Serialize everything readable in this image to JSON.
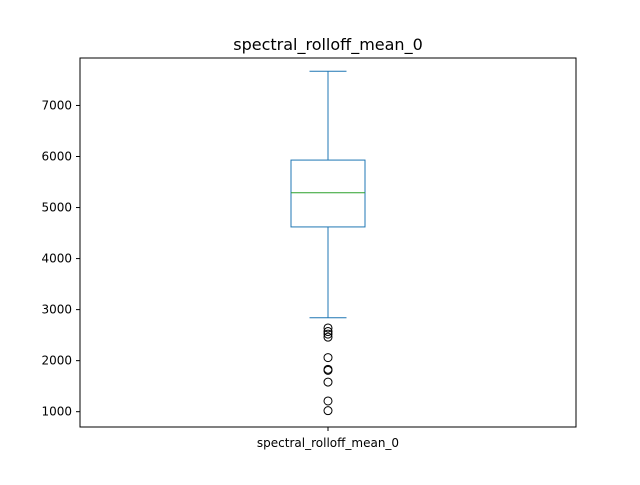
{
  "chart_data": {
    "type": "box",
    "title": "spectral_rolloff_mean_0",
    "categories": [
      "spectral_rolloff_mean_0"
    ],
    "xlabel": "",
    "ylabel": "",
    "ylim": [
      700,
      7930
    ],
    "yticks": [
      1000,
      2000,
      3000,
      4000,
      5000,
      6000,
      7000
    ],
    "grid": false,
    "box": {
      "whisker_low": 2840,
      "q1": 4620,
      "median": 5290,
      "q3": 5930,
      "whisker_high": 7670,
      "outliers": [
        2640,
        2570,
        2520,
        2460,
        2060,
        1830,
        1810,
        1580,
        1210,
        1020
      ]
    },
    "colors": {
      "box": "#1f77b4",
      "median": "#2ca02c",
      "outlier": "#000000"
    }
  }
}
